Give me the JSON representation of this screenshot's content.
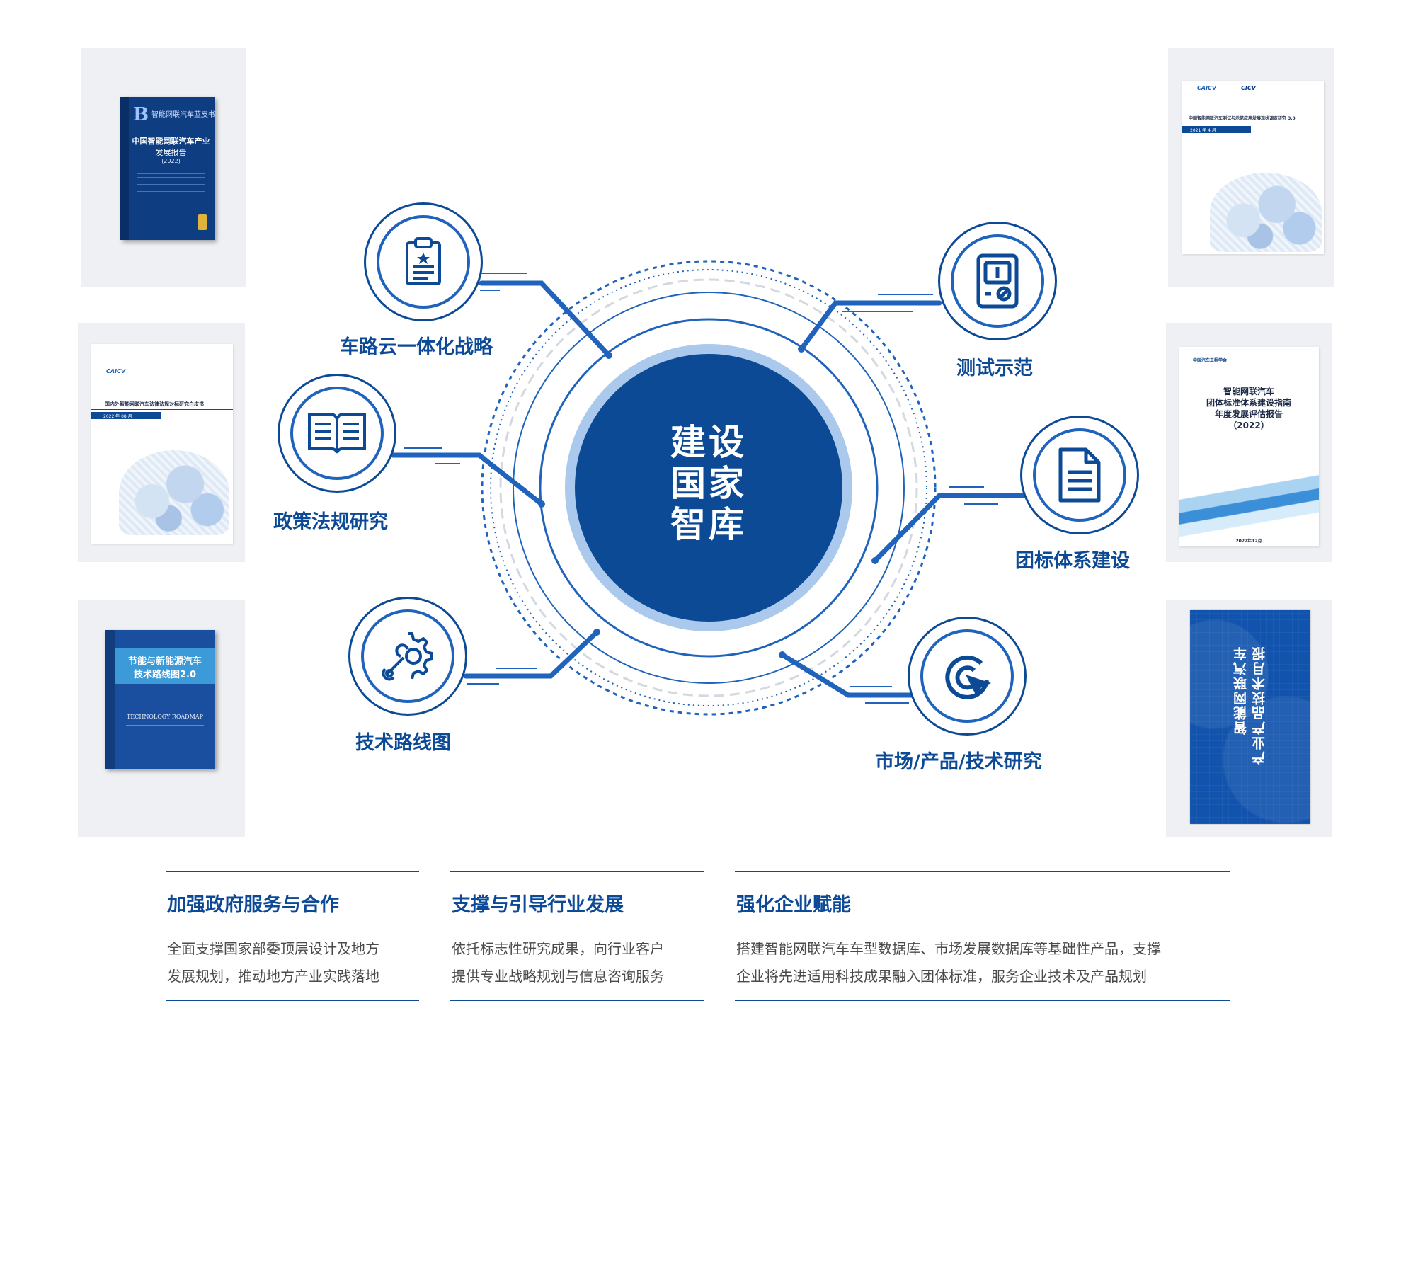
{
  "hub": {
    "line1": "建设",
    "line2": "国家",
    "line3": "智库"
  },
  "nodes": [
    {
      "label": "车路云一体化战略",
      "icon": "clipboard-icon"
    },
    {
      "label": "政策法规研究",
      "icon": "open-book-icon"
    },
    {
      "label": "技术路线图",
      "icon": "wrench-gear-icon"
    },
    {
      "label": "测试示范",
      "icon": "meter-icon"
    },
    {
      "label": "团标体系建设",
      "icon": "document-icon"
    },
    {
      "label": "市场/产品/技术研究",
      "icon": "target-cursor-icon"
    }
  ],
  "books": {
    "b1": {
      "series": "智能网联汽车蓝皮书",
      "title1": "中国智能网联汽车产业",
      "title2": "发展报告",
      "year": "(2022)"
    },
    "b2": {
      "logo": "CAICV",
      "title": "国内外智能网联汽车法律法规对标研究白皮书",
      "date": "2022 年 08 月"
    },
    "b3": {
      "title1": "节能与新能源汽车",
      "title2": "技术路线图2.0",
      "subtitle": "TECHNOLOGY ROADMAP"
    },
    "b4": {
      "logo": "CAICV",
      "logo2": "CICV",
      "title": "中国智能网联汽车测试与示范应用发展现状调查研究 3.0",
      "date": "2021 年 4 月"
    },
    "b5": {
      "logo": "中国汽车工程学会",
      "title1": "智能网联汽车",
      "title2": "团体标准体系建设指南",
      "title3": "年度发展评估报告",
      "year": "（2022）",
      "date": "2022年12月"
    },
    "b6": {
      "title1": "智能网联汽车",
      "title2": "产业产品技术月报"
    }
  },
  "pillars": [
    {
      "title": "加强政府服务与合作",
      "line1": "全面支撑国家部委顶层设计及地方",
      "line2": "发展规划，推动地方产业实践落地"
    },
    {
      "title": "支撑与引导行业发展",
      "line1": "依托标志性研究成果，向行业客户",
      "line2": "提供专业战略规划与信息咨询服务"
    },
    {
      "title": "强化企业赋能",
      "line1": "搭建智能网联汽车车型数据库、市场发展数据库等基础性产品，支撑",
      "line2": "企业将先进适用科技成果融入团体标准，服务企业技术及产品规划"
    }
  ],
  "colors": {
    "primary": "#0d4a96",
    "accent": "#1f63bc",
    "halo": "#aac9ec",
    "card": "#eef0f3"
  }
}
